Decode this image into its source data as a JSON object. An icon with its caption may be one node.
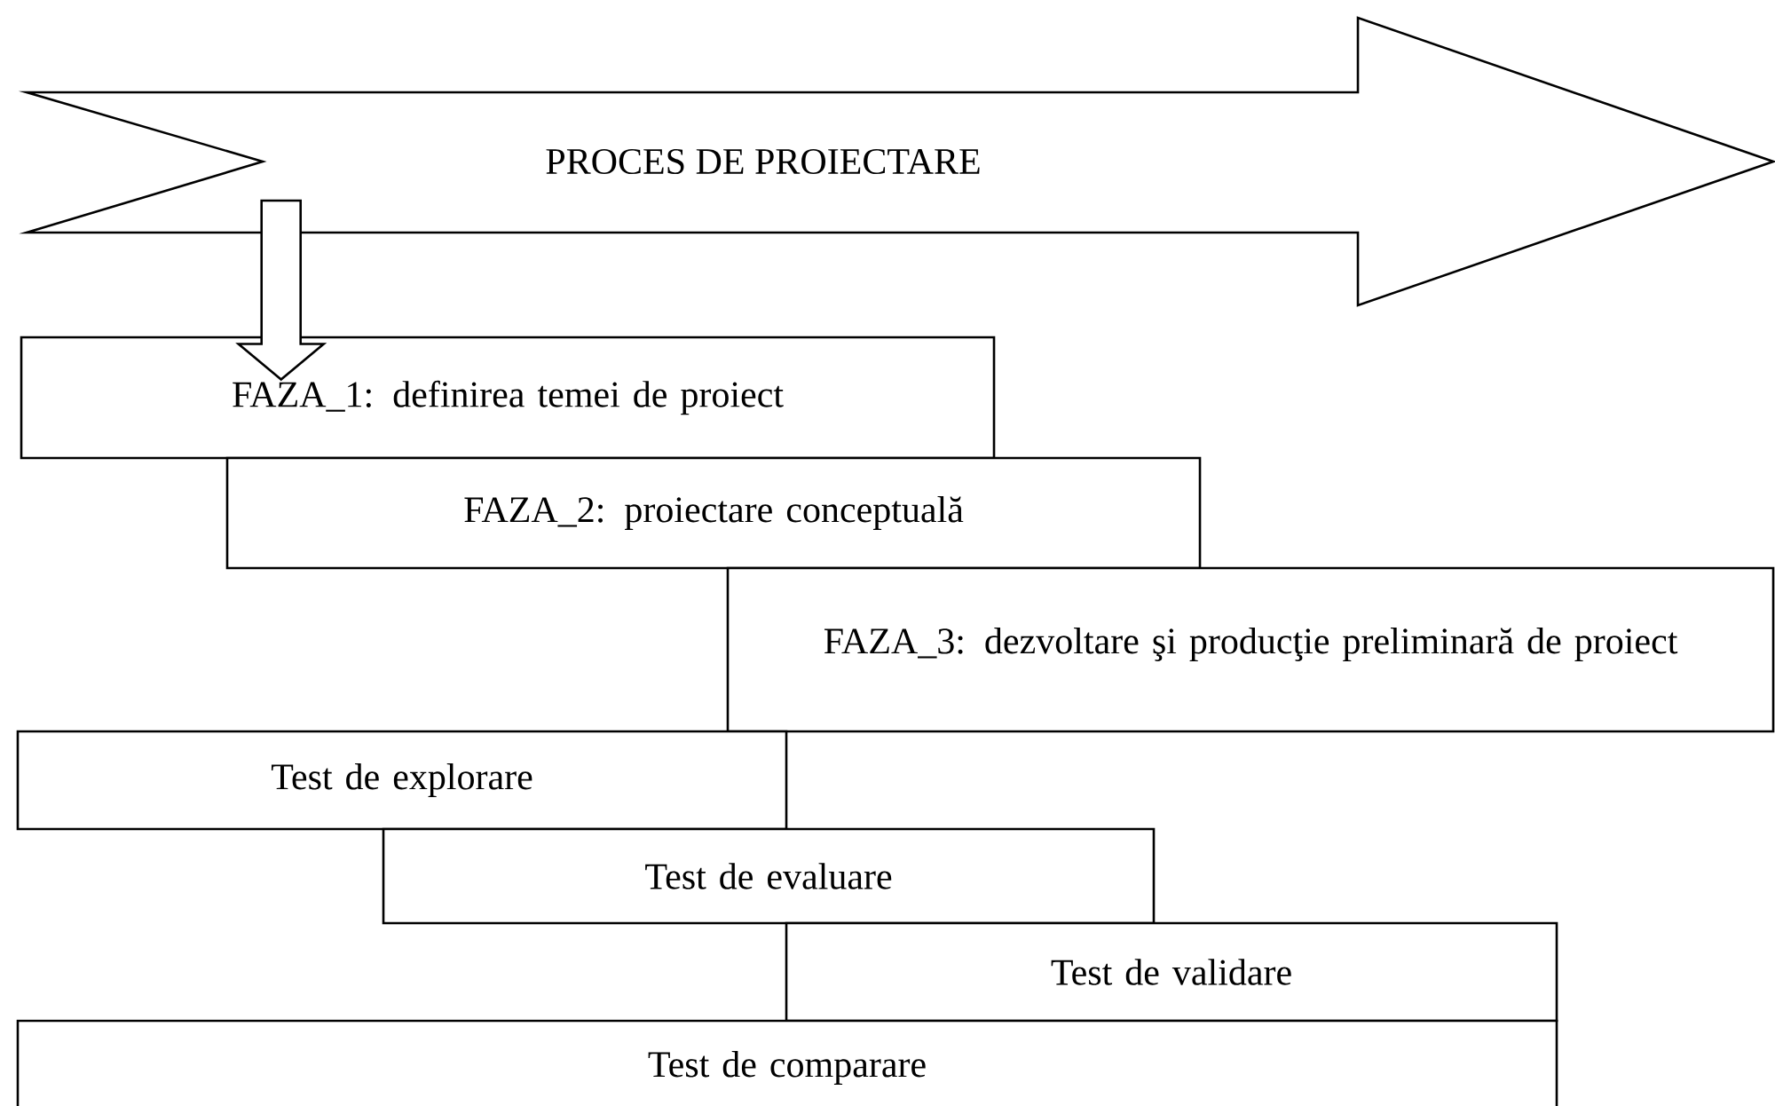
{
  "diagram": {
    "nodes": [
      {
        "text": [
          "PROCES DE PROIECTARE"
        ]
      },
      {
        "text": [
          "FAZA_1: definirea temei de proiect"
        ]
      },
      {
        "text": [
          "FAZA_2: proiectare conceptuală"
        ]
      },
      {
        "text": [
          "FAZA_3: dezvoltare şi producţie preliminară de proiect"
        ]
      },
      {
        "text": [
          "Test de explorare"
        ]
      },
      {
        "text": [
          "Test de evaluare"
        ]
      },
      {
        "text": [
          "Test de validare"
        ]
      },
      {
        "text": [
          "Test de comparare"
        ]
      }
    ],
    "edges": [
      {
        "from": 0,
        "to": 1,
        "arrow": "to"
      }
    ]
  }
}
